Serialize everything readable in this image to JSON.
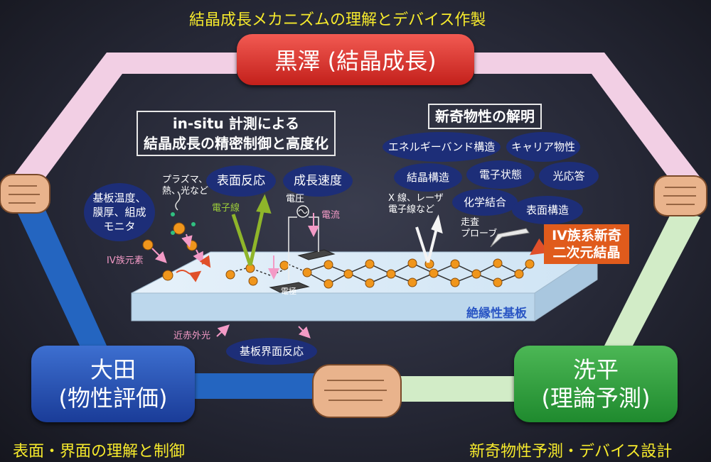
{
  "titles": {
    "top": "結晶成長メカニズムの理解とデバイス作製",
    "bottom_left": "表面・界面の理解と制御",
    "bottom_right": "新奇物性予測・デバイス設計"
  },
  "nodes": {
    "kurosawa": "黒澤 (結晶成長)",
    "ota_name": "大田",
    "ota_role": "(物性評価)",
    "senhira_name": "洗平",
    "senhira_role": "(理論予測)"
  },
  "insitu": {
    "header_line1": "in-situ 計測による",
    "header_line2": "結晶成長の精密制御と高度化",
    "monitor": [
      "基板温度、",
      "膜厚、組成",
      "モニタ"
    ],
    "surface_reaction": "表面反応",
    "growth_rate": "成長速度",
    "plasma": [
      "プラズマ、",
      "熱、光など"
    ],
    "group4_element": "IV族元素",
    "electron_beam": "電子線",
    "voltage": "電圧",
    "current": "電流",
    "electrode": "電極",
    "near_ir": "近赤外光",
    "interface_reaction": "基板界面反応"
  },
  "novel": {
    "header": "新奇物性の解明",
    "ovals": [
      "エネルギーバンド構造",
      "キャリア物性",
      "結晶構造",
      "電子状態",
      "光応答",
      "化学結合",
      "表面構造"
    ],
    "probes": [
      "X 線、レーザ",
      "電子線など"
    ],
    "scan_probe": [
      "走査",
      "プローブ"
    ],
    "crystal_label": [
      "IV族系新奇",
      "二次元結晶"
    ]
  },
  "substrate": "絶縁性基板",
  "colors": {
    "frame_top": "#f2cfe4",
    "frame_left": "#2465c0",
    "frame_right": "#d2ecc7",
    "atom": "#f0961c",
    "oval": "#1d2e78",
    "title_yellow": "#f6ea2c"
  }
}
